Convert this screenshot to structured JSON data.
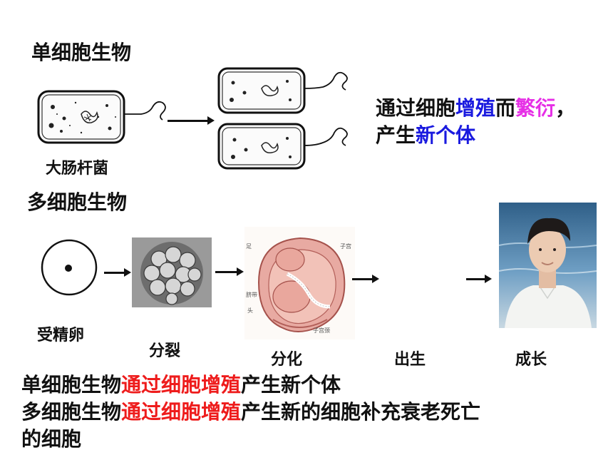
{
  "sections": {
    "unicellular_title": "单细胞生物",
    "multicellular_title": "多细胞生物"
  },
  "labels": {
    "ecoli": "大肠杆菌",
    "fertilized_egg": "受精卵",
    "division": "分裂",
    "differentiation": "分化",
    "birth": "出生",
    "growth": "成长"
  },
  "fetus_image_labels": [
    "足",
    "子宫",
    "脐带",
    "头",
    "子宫颈"
  ],
  "statement": {
    "part1": "通过细胞",
    "hl1": "增殖",
    "part2": "而",
    "hl2": "繁衍",
    "part3": "，",
    "line2_a": "产生",
    "line2_hl": "新个体"
  },
  "summary": {
    "line1_a": "单细胞生物",
    "line1_hl": "通过细胞增殖",
    "line1_b": "产生新个体",
    "line2_a": "多细胞生物",
    "line2_hl": "通过细胞增殖",
    "line2_b": "产生新的细胞补充衰老死亡",
    "line3": "的细胞"
  },
  "colors": {
    "blue_highlight": "#1a1adf",
    "magenta_highlight": "#e62ee6",
    "red_highlight": "#ee1c1c"
  }
}
